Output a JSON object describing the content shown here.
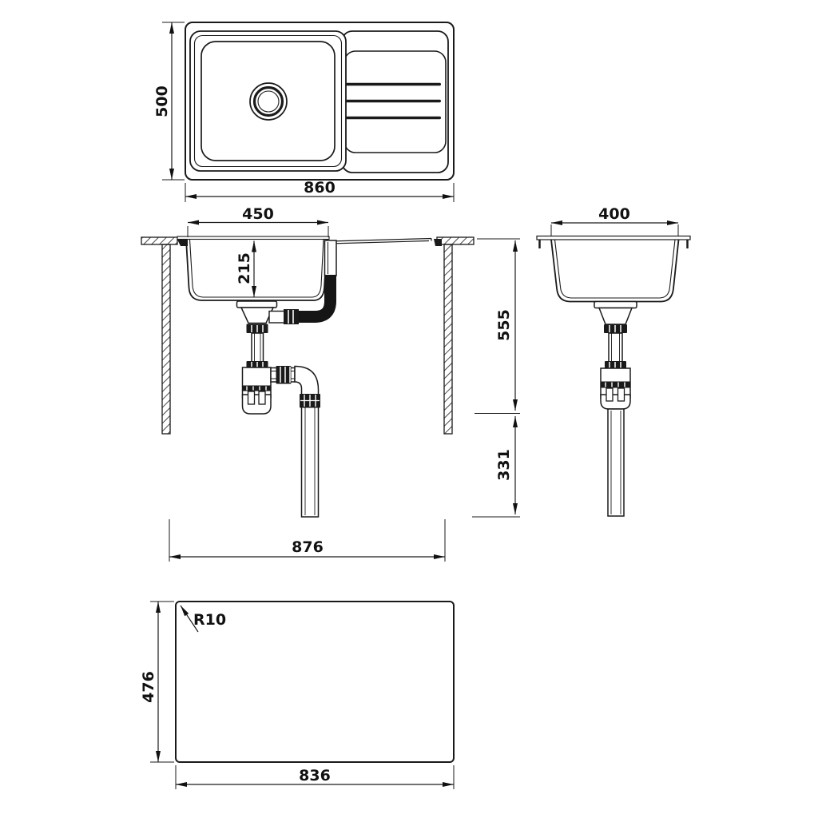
{
  "drawing": {
    "kind": "sink-installation-technical-drawing"
  },
  "dimensions": {
    "top_view": {
      "width": "860",
      "height": "500"
    },
    "front_section": {
      "bowl_width": "450",
      "bowl_depth": "215",
      "upper_clearance": "555",
      "lower_clearance": "331",
      "overall_width": "876"
    },
    "side_section": {
      "width": "400"
    },
    "cutout": {
      "width": "836",
      "height": "476",
      "corner_radius": "R10"
    }
  },
  "colors": {
    "line": "#1a1a1a",
    "background": "#ffffff"
  }
}
